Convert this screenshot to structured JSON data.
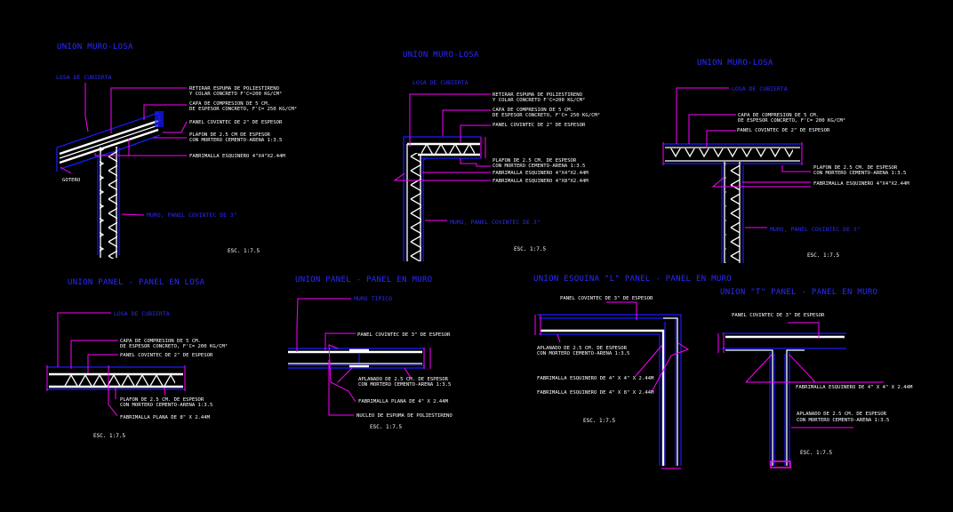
{
  "colors": {
    "background": "#000000",
    "title": "#2a2aff",
    "leader": "#ff00ff",
    "note": "#ffffff",
    "outline": "#1a1aff"
  },
  "details": [
    {
      "title": "UNION MURO-LOSA",
      "labels": {
        "losa": "LOSA DE CUBIERTA",
        "retirar1": "RETIRAR ESPUMA DE POLIESTIRENO",
        "retirar2": "Y COLAR CONCRETO F'C=200 KG/CM²",
        "capa1": "CAPA DE COMPRESION DE 5 CM.",
        "capa2": "DE ESPESOR CONCRETO, F'C= 250 KG/CM²",
        "panel": "PANEL COVINTEC DE 2\" DE ESPESOR",
        "plafon1": "PLAFON DE 2.5 CM DE ESPESOR",
        "plafon2": "CON MORTERO CEMENTO-ARENA 1:3.5",
        "fab": "FABRIMALLA ESQUINERO 4\"X4\"X2.44M",
        "gotero": "GOTERO",
        "muro": "MURO, PANEL COVINTEC DE 3\"",
        "scale": "ESC. 1:7.5"
      }
    },
    {
      "title": "UNION MURO-LOSA",
      "labels": {
        "losa": "LOSA DE CUBIERTA",
        "retirar1": "RETIRAR ESPUMA DE POLIESTIRENO",
        "retirar2": "Y COLAR CONCRETO F'C=200 KG/CM²",
        "capa1": "CAPA DE COMPRESION DE 5 CM.",
        "capa2": "DE ESPESOR CONCRETO, F'C= 250 KG/CM²",
        "panel": "PANEL COVINTEC DE 2\" DE ESPESOR",
        "plafon1": "PLAFON DE 2.5 CM. DE ESPESOR",
        "plafon2": "CON MORTERO CEMENTO-ARENA 1:3.5",
        "fab1": "FABRIMALLA ESQUINERO 4\"X4\"X2.44M",
        "fab2": "FABRIMALLA ESQUINERO 4\"X8\"X2.44M",
        "muro": "MURO, PANEL COVINTEC DE 3\"",
        "scale": "ESC. 1:7.5"
      }
    },
    {
      "title": "UNION MURO-LOSA",
      "labels": {
        "losa": "LOSA DE CUBIERTA",
        "capa1": "CAPA DE COMPRESION DE 5 CM.",
        "capa2": "DE ESPESOR CONCRETO, F'C= 200 KG/CM²",
        "panel": "PANEL COVINTEC DE 2\" DE ESPESOR",
        "plafon1": "PLAFON DE 2.5 CM. DE ESPESOR",
        "plafon2": "CON MORTERO CEMENTO-ARENA 1:3.5",
        "fab": "FABRIMALLA ESQUINERO 4\"X4\"X2.44M",
        "muro": "MURO, PANEL COVINTEC DE 3\"",
        "scale": "ESC. 1:7.5"
      }
    },
    {
      "title": "UNION PANEL - PANEL EN LOSA",
      "labels": {
        "losa": "LOSA DE CUBIERTA",
        "capa1": "CAPA DE COMPRESION DE 5 CM.",
        "capa2": "DE ESPESOR CONCRETO, F'C= 200 KG/CM²",
        "panel": "PANEL COVINTEC DE 2\" DE ESPESOR",
        "plafon1": "PLAFON DE 2.5 CM. DE ESPESOR",
        "plafon2": "CON MORTERO CEMENTO-ARENA 1:3.5",
        "fab": "FABRIMALLA PLANA DE 8\" X 2.44M",
        "scale": "ESC. 1:7.5"
      }
    },
    {
      "title": "UNION PANEL - PANEL EN MURO",
      "labels": {
        "muro": "MURO TIPICO",
        "panel": "PANEL COVINTEC DE 3\" DE ESPESOR",
        "aplanado1": "APLANADO DE 2.5 CM. DE ESPESOR",
        "aplanado2": "CON MORTERO CEMENTO-ARENA 1:3.5",
        "fab": "FABRIMALLA PLANA DE 4\" X 2.44M",
        "nucleo": "NUCLEO DE ESPUMA DE POLIESTIRENO",
        "scale": "ESC. 1:7.5"
      }
    },
    {
      "title": "UNION ESQUINA \"L\" PANEL - PANEL EN MURO",
      "labels": {
        "panel": "PANEL COVINTEC DE 3\" DE ESPESOR",
        "aplanado1": "APLANADO DE 2.5 CM. DE ESPESOR",
        "aplanado2": "CON MORTERO CEMENTO-ARENA 1:3.5",
        "fab1": "FABRIMALLA ESQUINERO DE 4\" X 4\" X 2.44M",
        "fab2": "FABRIMALLA ESQUINERO DE 4\" X 8\" X 2.44M",
        "scale": "ESC. 1:7.5"
      }
    },
    {
      "title": "UNION \"T\" PANEL - PANEL EN MURO",
      "labels": {
        "panel": "PANEL COVINTEC DE 3\" DE ESPESOR",
        "fab": "FABRIMALLA ESQUINERO DE 4\" X 4\" X 2.44M",
        "aplanado1": "APLANADO DE 2.5 CM. DE ESPESOR",
        "aplanado2": "CON MORTERO CEMENTO-ARENA 1:3.5",
        "scale": "ESC. 1:7.5"
      }
    }
  ]
}
